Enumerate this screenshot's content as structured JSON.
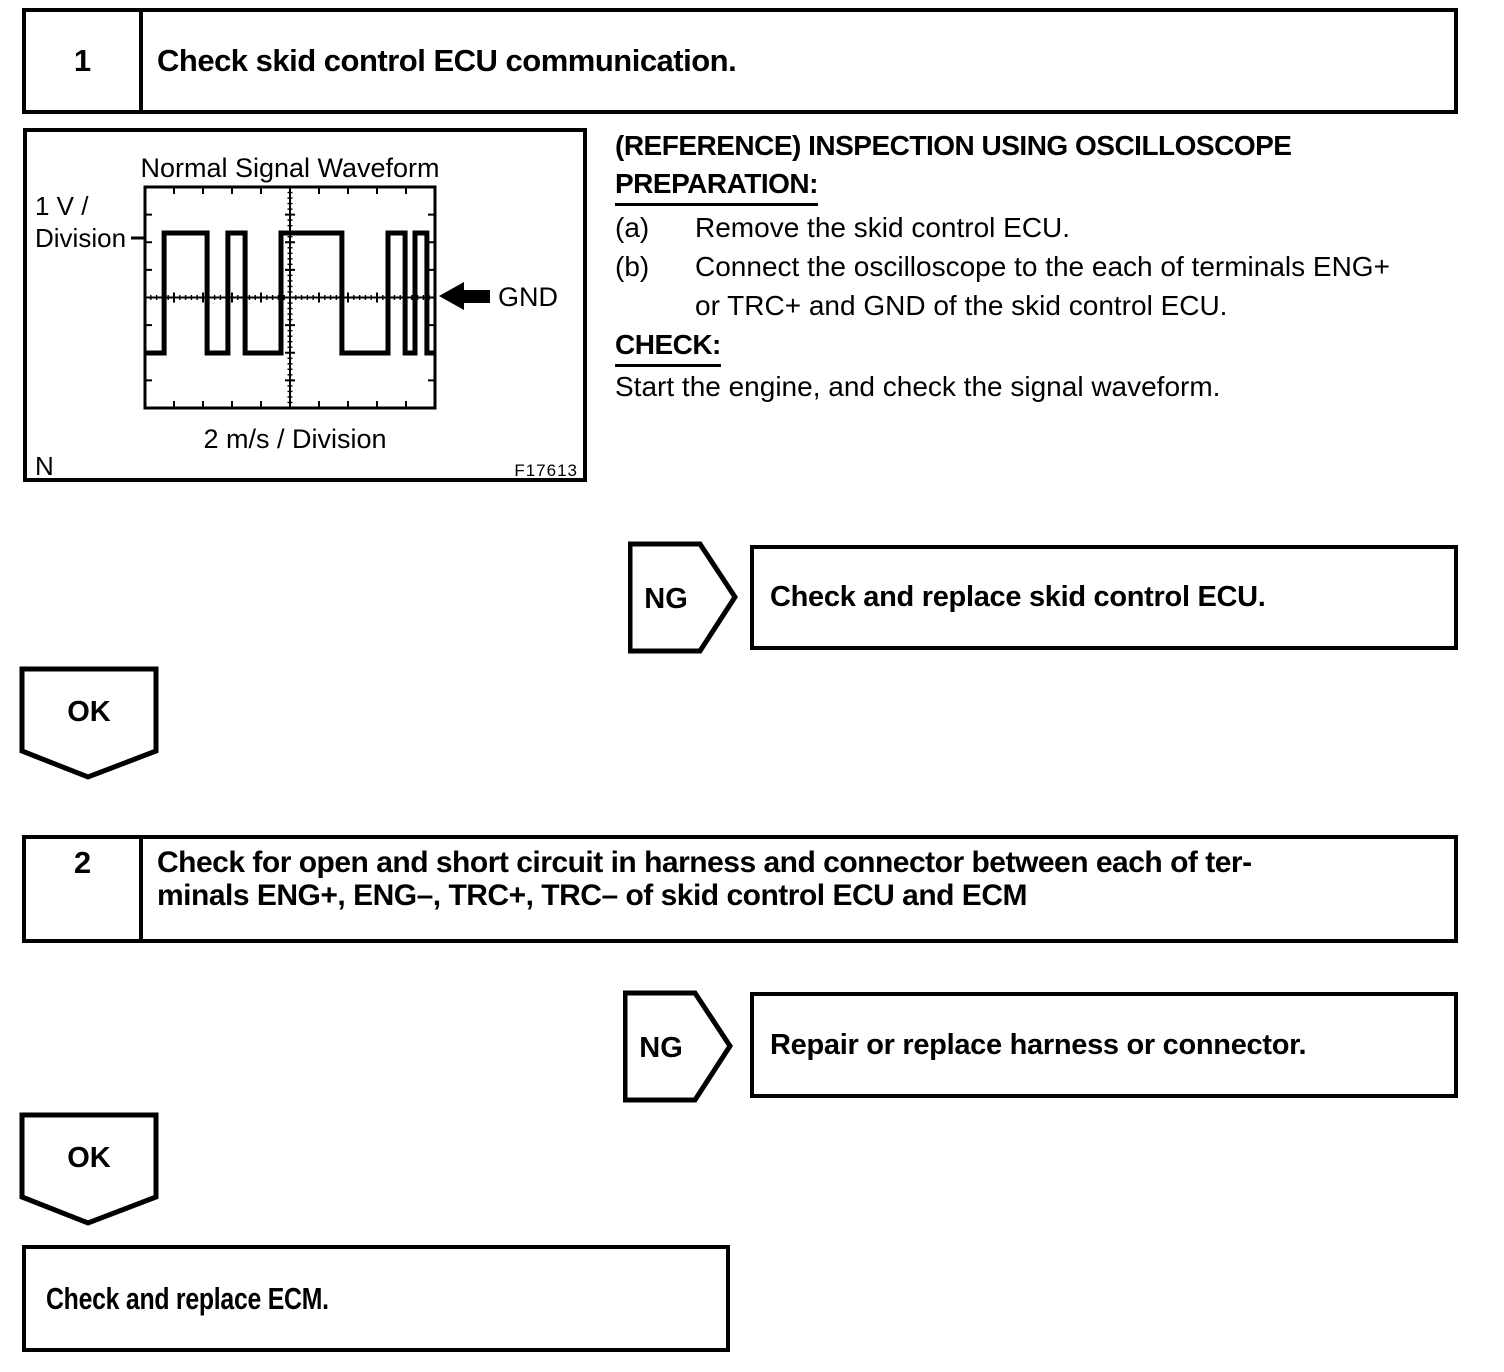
{
  "ink_color": "#000000",
  "paper_color": "#ffffff",
  "steps": [
    {
      "number": "1",
      "title": "Check skid control ECU communication."
    },
    {
      "number": "2",
      "title_line1": "Check for open and short circuit in harness and connector between each of ter-",
      "title_line2": "minals ENG+, ENG–, TRC+, TRC– of skid control ECU and ECM"
    }
  ],
  "figure": {
    "title": "Normal Signal Waveform",
    "vdiv_line1": "1 V /",
    "vdiv_line2": "Division",
    "hdiv_label": "2 m/s / Division",
    "gnd_label": "GND",
    "corner_label": "N",
    "figure_number": "F17613",
    "waveform": {
      "type": "line",
      "signal": "square-wave serial communication signal",
      "volts_per_division": "1 V",
      "time_per_division": "2 m/s",
      "h_divisions": 10,
      "v_divisions": 8,
      "minor_per_division": 5,
      "start_level": "low",
      "high_frac": 0.208,
      "low_frac": 0.751,
      "transitions_frac": [
        0.066,
        0.214,
        0.286,
        0.345,
        0.469,
        0.679,
        0.838,
        0.897,
        0.931,
        0.972
      ]
    }
  },
  "reference": {
    "title": "(REFERENCE) INSPECTION USING OSCILLOSCOPE",
    "preparation_heading": "PREPARATION:",
    "step_a_label": "(a)",
    "step_a_text": "Remove the skid control ECU.",
    "step_b_label": "(b)",
    "step_b_text_line1": "Connect the oscilloscope to the each of terminals ENG+",
    "step_b_text_line2": "or TRC+ and GND of the skid control ECU.",
    "check_heading": "CHECK:",
    "check_text": "Start the engine, and check the signal waveform."
  },
  "flow": {
    "ng_label": "NG",
    "ok_label": "OK",
    "ng_action_1": "Check and replace skid control ECU.",
    "ng_action_2": "Repair or replace harness or connector.",
    "final_action": "Check and replace ECM."
  }
}
